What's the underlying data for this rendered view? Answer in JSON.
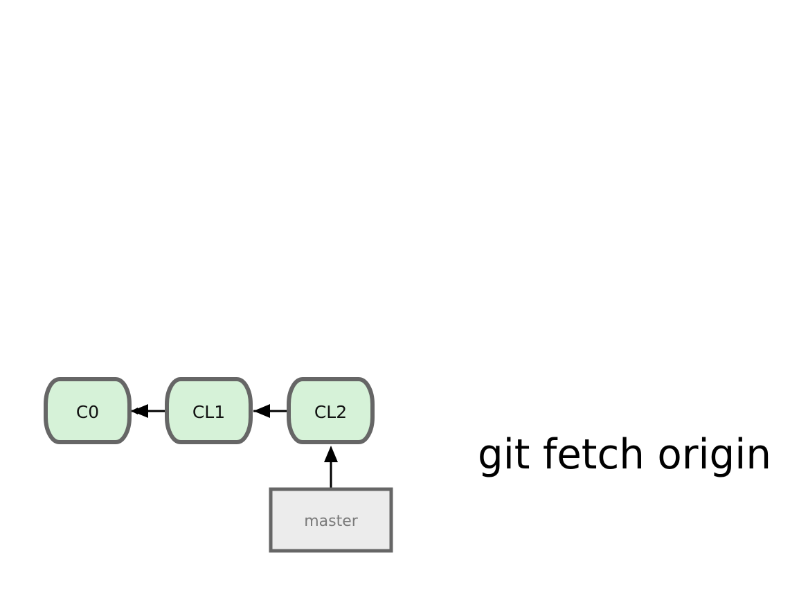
{
  "commits": [
    {
      "id": "c0",
      "label": "C0"
    },
    {
      "id": "cl1",
      "label": "CL1"
    },
    {
      "id": "cl2",
      "label": "CL2"
    }
  ],
  "branch": {
    "label": "master",
    "points_to": "CL2"
  },
  "command": "git fetch origin",
  "colors": {
    "commit_fill": "#d6f2d8",
    "node_stroke": "#666666",
    "branch_fill": "#ececec",
    "arrow": "#000000"
  }
}
